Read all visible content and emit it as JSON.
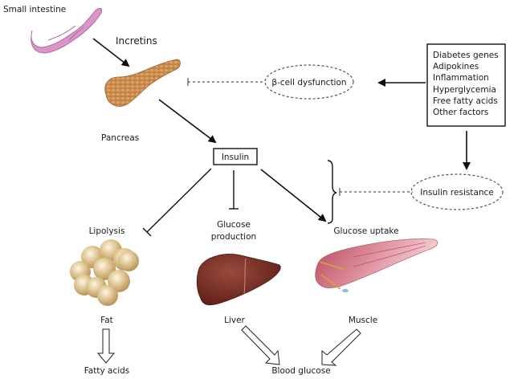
{
  "diagram": {
    "title": "Pathophysiology of type 2 diabetes: insulin action and dysfunction",
    "nodes": {
      "small_intestine": "Small intestine",
      "incretins": "Incretins",
      "pancreas": "Pancreas",
      "insulin": "Insulin",
      "beta_cell": "β-cell dysfunction",
      "insulin_resistance": "Insulin resistance",
      "lipolysis": "Lipolysis",
      "glucose_production_1": "Glucose",
      "glucose_production_2": "production",
      "glucose_uptake": "Glucose uptake",
      "fat": "Fat",
      "liver": "Liver",
      "muscle": "Muscle",
      "fatty_acids": "Fatty acids",
      "blood_glucose": "Blood glucose"
    },
    "factors": [
      "Diabetes genes",
      "Adipokines",
      "Inflammation",
      "Hyperglycemia",
      "Free fatty acids",
      "Other factors"
    ],
    "colors": {
      "intestine": "#d98bc4",
      "pancreas": "#c98a4a",
      "fat": "#d9bf8a",
      "liver": "#7a2e24",
      "muscle": "#c9606e",
      "line": "#111111"
    }
  }
}
